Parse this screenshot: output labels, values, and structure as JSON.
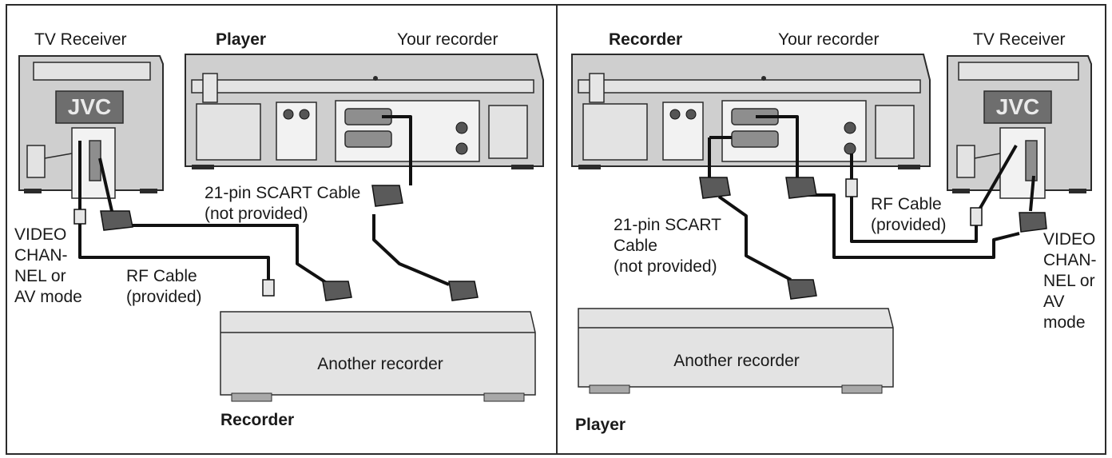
{
  "left_panel": {
    "tv_receiver": "TV Receiver",
    "player": "Player",
    "your_recorder": "Your recorder",
    "tv_brand": "JVC",
    "scart_line1": "21-pin SCART Cable",
    "scart_line2": "(not provided)",
    "video_line1": "VIDEO",
    "video_line2": "CHAN-",
    "video_line3": "NEL or",
    "video_line4": "AV mode",
    "rf_line1": "RF Cable",
    "rf_line2": "(provided)",
    "another_recorder": "Another recorder",
    "recorder": "Recorder"
  },
  "right_panel": {
    "recorder": "Recorder",
    "your_recorder": "Your recorder",
    "tv_receiver": "TV Receiver",
    "tv_brand": "JVC",
    "scart_line1": "21-pin SCART",
    "scart_line2": "Cable",
    "scart_line3": "(not provided)",
    "rf_line1": "RF Cable",
    "rf_line2": "(provided)",
    "video_line1": "VIDEO",
    "video_line2": "CHAN-",
    "video_line3": "NEL or",
    "video_line4": "AV",
    "video_line5": "mode",
    "another_recorder": "Another recorder",
    "player": "Player"
  }
}
